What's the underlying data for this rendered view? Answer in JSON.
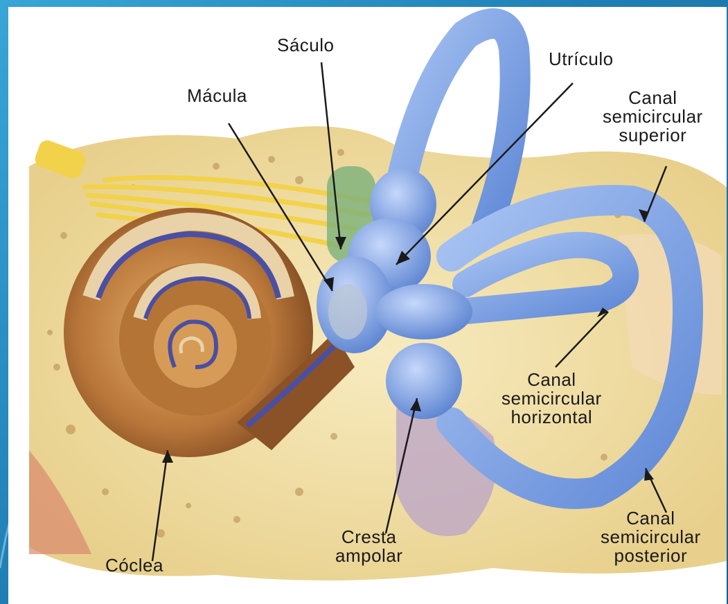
{
  "labels": {
    "saculo": "Sáculo",
    "macula": "Mácula",
    "utriculo": "Utrículo",
    "canal_superior": [
      "Canal",
      "semicircular",
      "superior"
    ],
    "canal_horizontal": [
      "Canal",
      "semicircular",
      "horizontal"
    ],
    "canal_posterior": [
      "Canal",
      "semicircular",
      "posterior"
    ],
    "coclea": "Cóclea",
    "cresta_ampolar": [
      "Cresta",
      "ampolar"
    ]
  },
  "colors": {
    "frame": "#1f7fb5",
    "labyrinth": "#7fa6e8",
    "cochlea": "#c8873e",
    "bone": "#f3e2a8",
    "nerve": "#f2d24a"
  }
}
